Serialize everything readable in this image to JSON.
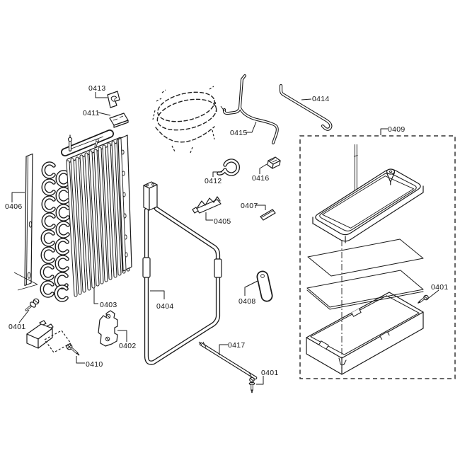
{
  "diagram": {
    "kind": "exploded-parts-diagram",
    "colors": {
      "background": "#ffffff",
      "line": "#1a1a1a",
      "label": "#141414",
      "dashed_box": "#333333"
    },
    "labels": [
      {
        "id": "0413",
        "text": "0413"
      },
      {
        "id": "0411",
        "text": "0411"
      },
      {
        "id": "0414",
        "text": "0414"
      },
      {
        "id": "0415",
        "text": "0415"
      },
      {
        "id": "0406",
        "text": "0406"
      },
      {
        "id": "0412",
        "text": "0412"
      },
      {
        "id": "0416",
        "text": "0416"
      },
      {
        "id": "0407",
        "text": "0407"
      },
      {
        "id": "0405",
        "text": "0405"
      },
      {
        "id": "0409",
        "text": "0409"
      },
      {
        "id": "0403",
        "text": "0403"
      },
      {
        "id": "0404",
        "text": "0404"
      },
      {
        "id": "0408",
        "text": "0408"
      },
      {
        "id": "0401-right",
        "text": "0401"
      },
      {
        "id": "0401-left",
        "text": "0401"
      },
      {
        "id": "0402",
        "text": "0402"
      },
      {
        "id": "0410",
        "text": "0410"
      },
      {
        "id": "0417",
        "text": "0417"
      },
      {
        "id": "0401-bottom",
        "text": "0401"
      }
    ]
  }
}
